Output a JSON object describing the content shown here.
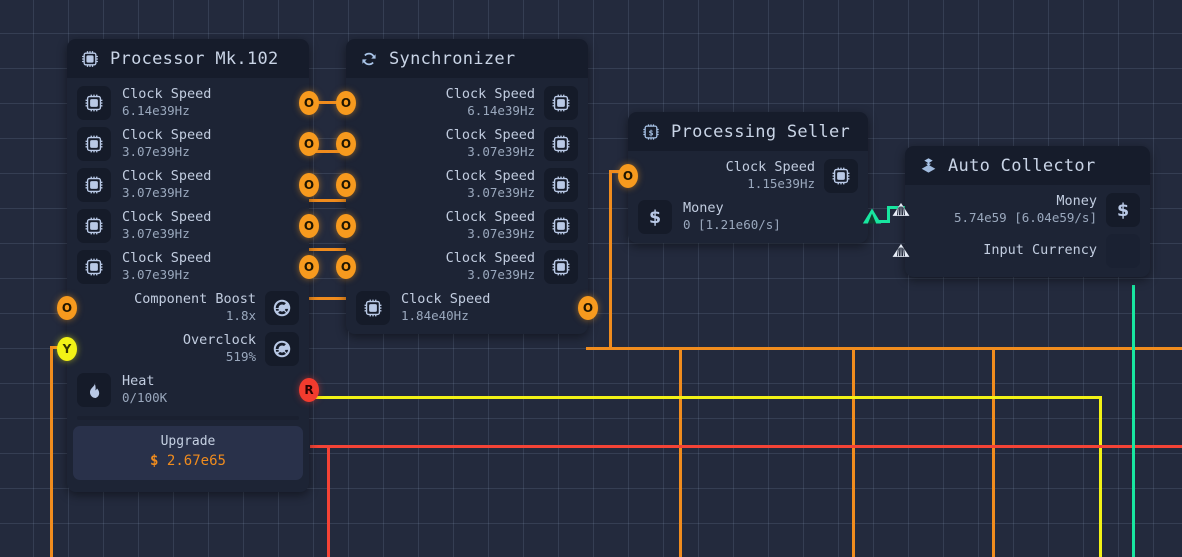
{
  "canvas": {
    "background": "#232a3d",
    "grid_color": "#96aac8",
    "grid_size": 35
  },
  "wire_colors": {
    "orange": "#f08c1e",
    "yellow": "#f2f216",
    "red": "#f44336",
    "teal": "#18e6a0"
  },
  "nodes": [
    {
      "id": "processor",
      "title": "Processor Mk.102",
      "title_icon": "cpu-chip-icon",
      "rows": [
        {
          "label": "Clock Speed",
          "value": "6.14e39Hz",
          "icon": "cpu-chip-icon",
          "port": "O"
        },
        {
          "label": "Clock Speed",
          "value": "3.07e39Hz",
          "icon": "cpu-chip-icon",
          "port": "O"
        },
        {
          "label": "Clock Speed",
          "value": "3.07e39Hz",
          "icon": "cpu-chip-icon",
          "port": "O"
        },
        {
          "label": "Clock Speed",
          "value": "3.07e39Hz",
          "icon": "cpu-chip-icon",
          "port": "O"
        },
        {
          "label": "Clock Speed",
          "value": "3.07e39Hz",
          "icon": "cpu-chip-icon",
          "port": "O"
        },
        {
          "label": "Component Boost",
          "value": "1.8x",
          "icon": "gauge-icon",
          "port": "O"
        },
        {
          "label": "Overclock",
          "value": "519%",
          "icon": "gauge-icon",
          "port": "Y"
        },
        {
          "label": "Heat",
          "value": "0/100K",
          "icon": "flame-icon",
          "port": "R"
        }
      ],
      "upgrade": {
        "label": "Upgrade",
        "currency": "$",
        "cost": "2.67e65"
      }
    },
    {
      "id": "synchronizer",
      "title": "Synchronizer",
      "title_icon": "sync-refresh-icon",
      "rows": [
        {
          "label": "Clock Speed",
          "value": "6.14e39Hz",
          "icon": "cpu-chip-icon",
          "port": "O"
        },
        {
          "label": "Clock Speed",
          "value": "3.07e39Hz",
          "icon": "cpu-chip-icon",
          "port": "O"
        },
        {
          "label": "Clock Speed",
          "value": "3.07e39Hz",
          "icon": "cpu-chip-icon",
          "port": "O"
        },
        {
          "label": "Clock Speed",
          "value": "3.07e39Hz",
          "icon": "cpu-chip-icon",
          "port": "O"
        },
        {
          "label": "Clock Speed",
          "value": "3.07e39Hz",
          "icon": "cpu-chip-icon",
          "port": "O"
        },
        {
          "label": "Clock Speed",
          "value": "1.84e40Hz",
          "icon": "cpu-chip-icon",
          "port": "O"
        }
      ]
    },
    {
      "id": "processing-seller",
      "title": "Processing Seller",
      "title_icon": "cpu-dollar-icon",
      "rows": [
        {
          "label": "Clock Speed",
          "value": "1.15e39Hz",
          "icon": "cpu-chip-icon",
          "port": "O"
        },
        {
          "label": "Money",
          "value": "0 [1.21e60/s]",
          "icon": "dollar-icon",
          "port": "triangle-out"
        }
      ]
    },
    {
      "id": "auto-collector",
      "title": "Auto Collector",
      "title_icon": "package-down-icon",
      "rows": [
        {
          "label": "Money",
          "value": "5.74e59 [6.04e59/s]",
          "icon": "dollar-icon",
          "port": "funnel-in"
        },
        {
          "label": "Input Currency",
          "value": "",
          "icon": "empty-slot-icon",
          "port": "funnel-in"
        }
      ]
    }
  ]
}
